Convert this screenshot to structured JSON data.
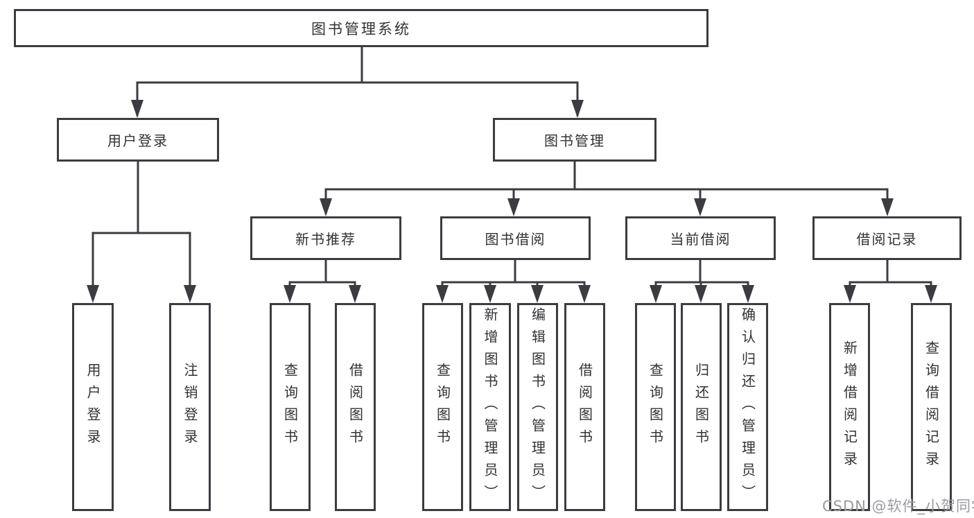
{
  "tree": {
    "label": "图书管理系统",
    "children": [
      {
        "label": "用户登录",
        "children": [
          {
            "label": "用户登录"
          },
          {
            "label": "注销登录"
          }
        ]
      },
      {
        "label": "图书管理",
        "children": [
          {
            "label": "新书推荐",
            "children": [
              {
                "label": "查询图书"
              },
              {
                "label": "借阅图书"
              }
            ]
          },
          {
            "label": "图书借阅",
            "children": [
              {
                "label": "查询图书"
              },
              {
                "label": "新增图书（管理员）"
              },
              {
                "label": "编辑图书（管理员）"
              },
              {
                "label": "借阅图书"
              }
            ]
          },
          {
            "label": "当前借阅",
            "children": [
              {
                "label": "查询图书"
              },
              {
                "label": "归还图书"
              },
              {
                "label": "确认归还（管理员）"
              }
            ]
          },
          {
            "label": "借阅记录",
            "children": [
              {
                "label": "新增借阅记录"
              },
              {
                "label": "查询借阅记录"
              }
            ]
          }
        ]
      }
    ]
  },
  "watermark": {
    "text": "CSDN @软件_小贺同学",
    "color": "#9a9ba0"
  },
  "colors": {
    "line": "#3b3c41",
    "box_border": "#3b3c41",
    "box_background": "#ffffff",
    "text": "#303136",
    "page_background": "#ffffff"
  }
}
